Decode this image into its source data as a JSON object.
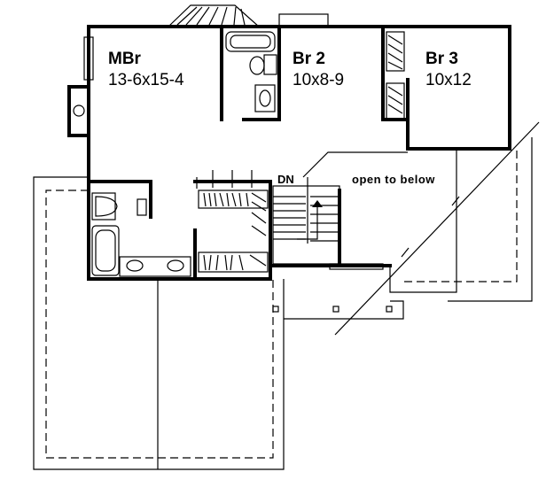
{
  "rooms": {
    "master": {
      "name": "MBr",
      "size": "13-6x15-4"
    },
    "bedroom2": {
      "name": "Br 2",
      "size": "10x8-9"
    },
    "bedroom3": {
      "name": "Br 3",
      "size": "10x12"
    }
  },
  "notes": {
    "open_to_below": "open to below",
    "stair_down": "DN"
  }
}
